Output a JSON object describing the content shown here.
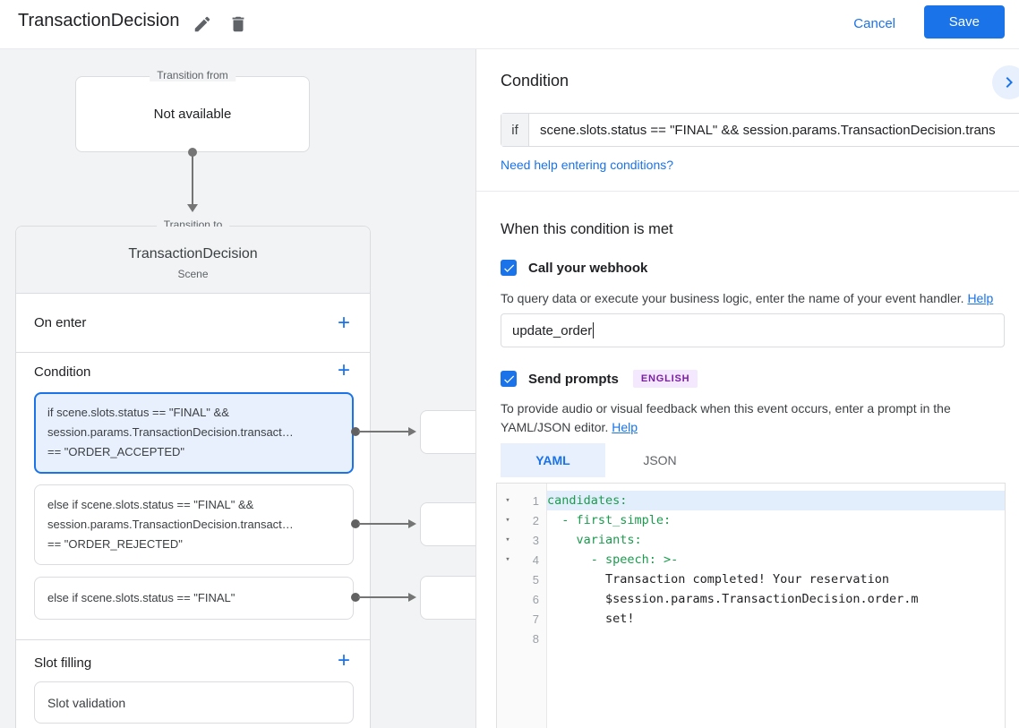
{
  "header": {
    "title": "TransactionDecision",
    "cancel_label": "Cancel",
    "save_label": "Save"
  },
  "canvas": {
    "transition_from": {
      "label": "Transition from",
      "content": "Not available"
    },
    "transition_to": {
      "label": "Transition to",
      "scene_name": "TransactionDecision",
      "scene_type": "Scene",
      "on_enter_label": "On enter",
      "condition_label": "Condition",
      "slot_filling_label": "Slot filling",
      "conditions": [
        {
          "lines": [
            "if scene.slots.status == \"FINAL\" &&",
            "session.params.TransactionDecision.transact…",
            "== \"ORDER_ACCEPTED\""
          ],
          "selected": true
        },
        {
          "lines": [
            "else if scene.slots.status == \"FINAL\" &&",
            "session.params.TransactionDecision.transact…",
            "== \"ORDER_REJECTED\""
          ],
          "selected": false
        },
        {
          "lines": [
            "else if scene.slots.status == \"FINAL\""
          ],
          "selected": false
        }
      ],
      "slot_card_label": "Slot validation"
    }
  },
  "panel": {
    "title": "Condition",
    "if_label": "if",
    "if_value": "scene.slots.status == \"FINAL\" && session.params.TransactionDecision.trans",
    "condition_help_link": "Need help entering conditions?",
    "section_title": "When this condition is met",
    "webhook": {
      "label": "Call your webhook",
      "checked": true,
      "helper": "To query data or execute your business logic, enter the name of your event handler.",
      "help_label": "Help",
      "value": "update_order"
    },
    "prompts": {
      "label": "Send prompts",
      "badge": "ENGLISH",
      "checked": true,
      "helper": "To provide audio or visual feedback when this event occurs, enter a prompt in the YAML/JSON editor.",
      "help_label": "Help"
    },
    "tabs": [
      {
        "label": "YAML",
        "active": true
      },
      {
        "label": "JSON",
        "active": false
      }
    ],
    "editor": {
      "lines": [
        {
          "num": "1",
          "text": "candidates:"
        },
        {
          "num": "2",
          "text": "  - first_simple:"
        },
        {
          "num": "3",
          "text": "    variants:"
        },
        {
          "num": "4",
          "text": "      - speech: >-"
        },
        {
          "num": "5",
          "text": "        Transaction completed! Your reservation"
        },
        {
          "num": "6",
          "text": "        $session.params.TransactionDecision.order.m"
        },
        {
          "num": "7",
          "text": "        set!"
        },
        {
          "num": "8",
          "text": ""
        }
      ]
    }
  },
  "colors": {
    "accent": "#1a73e8",
    "selected_card_bg": "#e8f0fe",
    "canvas_bg": "#f1f3f4",
    "badge_bg": "#f3e8fd",
    "badge_text": "#7b1fa2",
    "code_key_green": "#1a9c4d"
  }
}
